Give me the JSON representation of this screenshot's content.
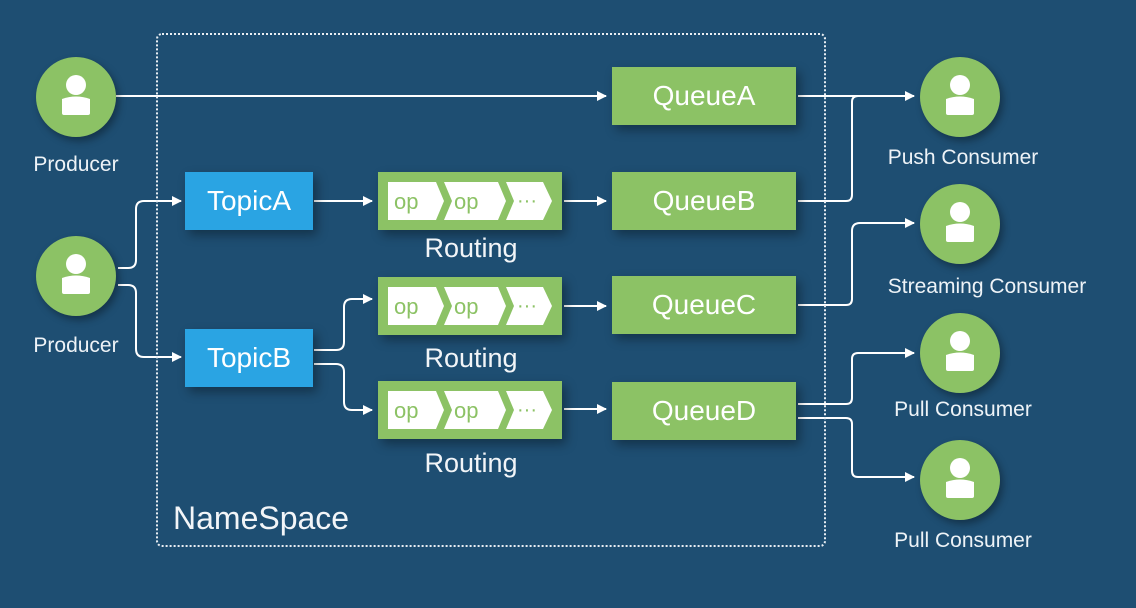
{
  "namespace": {
    "label": "NameSpace"
  },
  "producers": [
    {
      "label": "Producer"
    },
    {
      "label": "Producer"
    }
  ],
  "topics": [
    {
      "label": "TopicA"
    },
    {
      "label": "TopicB"
    }
  ],
  "routings": [
    {
      "label": "Routing",
      "op1": "op",
      "op2": "op",
      "more": "···"
    },
    {
      "label": "Routing",
      "op1": "op",
      "op2": "op",
      "more": "···"
    },
    {
      "label": "Routing",
      "op1": "op",
      "op2": "op",
      "more": "···"
    }
  ],
  "queues": [
    {
      "label": "QueueA"
    },
    {
      "label": "QueueB"
    },
    {
      "label": "QueueC"
    },
    {
      "label": "QueueD"
    }
  ],
  "consumers": [
    {
      "label": "Push Consumer"
    },
    {
      "label": "Streaming Consumer"
    },
    {
      "label": "Pull Consumer"
    },
    {
      "label": "Pull Consumer"
    }
  ],
  "colors": {
    "background": "#1e4e72",
    "green": "#8cc265",
    "blue": "#2aa4e3",
    "line": "#ffffff"
  }
}
